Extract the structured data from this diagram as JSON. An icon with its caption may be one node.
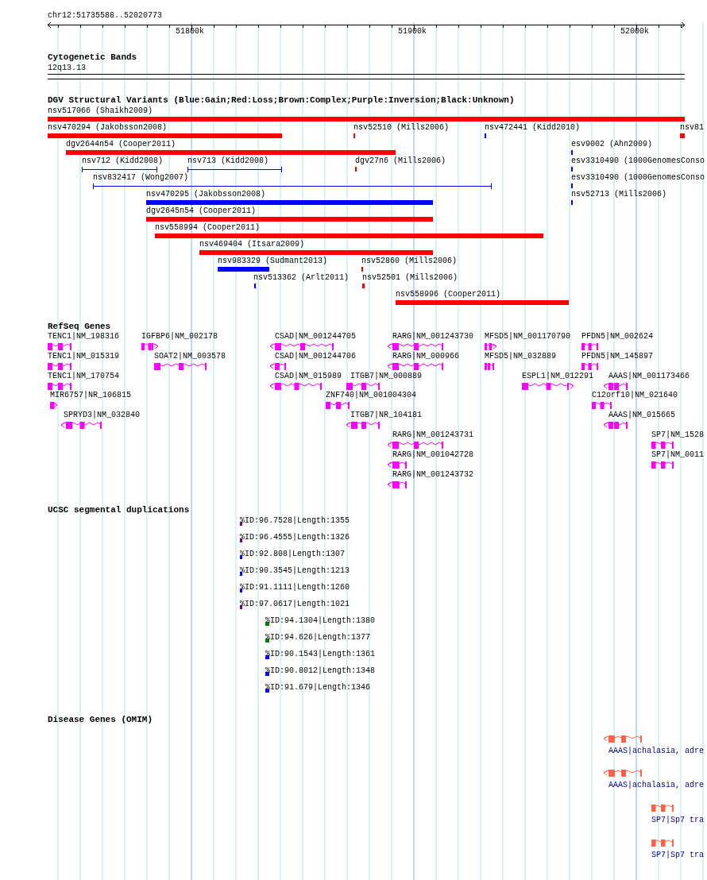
{
  "diagram": {
    "labels": [
      "chr12:51735588..52020773",
      "51800k",
      "51900k",
      "52000k",
      "Cytogenetic Bands",
      "12q13.13",
      "DGV Structural Variants (Blue:Gain;Red:Loss;Brown:Complex;Purple:Inversion;Black:Unknown)",
      "nsv517066 (Shaikh2009)",
      "nsv470294 (Jakobsson2008)",
      "nsv52510 (Mills2006)",
      "nsv472441 (Kidd2010)",
      "nsv81",
      "dgv2644n54 (Cooper2011)",
      "esv9002 (Ahn2009)",
      "nsv712 (Kidd2008)",
      "nsv713 (Kidd2008)",
      "dgv27n6 (Mills2006)",
      "esv3310490 (1000GenomesConso",
      "nsv832417 (Wong2007)",
      "esv3310490 (1000GenomesConso",
      "nsv470295 (Jakobsson2008)",
      "nsv52713 (Mills2006)",
      "dgv2645n54 (Cooper2011)",
      "nsv558994 (Cooper2011)",
      "nsv469404 (Itsara2009)",
      "nsv983329 (Sudmant2013)",
      "nsv52860 (Mills2006)",
      "nsv513362 (Arlt2011)",
      "nsv52501 (Mills2006)",
      "nsv558996 (Cooper2011)",
      "RefSeq Genes",
      "TENC1|NM_198316",
      "IGFBP6|NM_002178",
      "CSAD|NM_001244705",
      "RARG|NM_001243730",
      "MFSD5|NM_001170790",
      "PFDN5|NM_002624",
      "TENC1|NM_015319",
      "SOAT2|NM_003578",
      "CSAD|NM_001244706",
      "RARG|NM_000966",
      "MFSD5|NM_032889",
      "PFDN5|NM_145897",
      "TENC1|NM_170754",
      "CSAD|NM_015989",
      "ITGB7|NM_000889",
      "ESPL1|NM_012291",
      "AAAS|NM_001173466",
      "MIR6757|NR_106815",
      "ZNF740|NM_001004304",
      "C12orf10|NM_021640",
      "SPRYD3|NM_032840",
      "ITGB7|NR_104181",
      "AAAS|NM_015665",
      "RARG|NM_001243731",
      "SP7|NM_1528",
      "RARG|NM_001042728",
      "SP7|NM_0011",
      "RARG|NM_001243732",
      "UCSC segmental duplications",
      "%ID:96.7528|Length:1355",
      "%ID:96.4555|Length:1326",
      "%ID:92.808|Length:1307",
      "%ID:90.3545|Length:1213",
      "%ID:91.1111|Length:1260",
      "%ID:97.0617|Length:1021",
      "%ID:94.1304|Length:1380",
      "%ID:94.626|Length:1377",
      "%ID:90.1543|Length:1361",
      "%ID:90.8012|Length:1348",
      "%ID:91.679|Length:1346",
      "Disease Genes (OMIM)",
      "AAAS|achalasia, adre",
      "AAAS|achalasia, adre",
      "SP7|Sp7 tra",
      "SP7|Sp7 tra"
    ]
  }
}
